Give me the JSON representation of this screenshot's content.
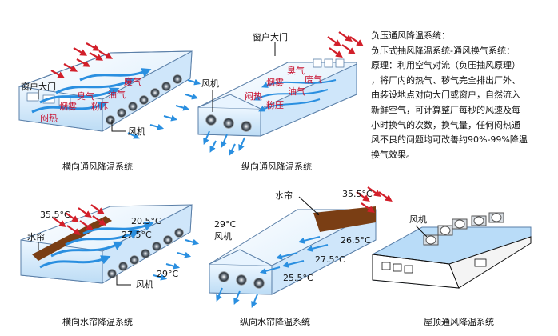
{
  "description": {
    "title": "负压通风降温系统：",
    "subtitle": "负压式抽风降温系统-通风换气系统：",
    "lines": [
      "原理：利用空气对流（负压抽风原理）",
      "，将厂内的热气、秽气完全排出厂外、",
      "由装设地点对向大门或窗户，自然流入",
      "新鲜空气，可计算整厂每秒的风速及每",
      "小时换气的次数，换气量，任何闷热通",
      "风不良的问题均可改善约90%-99%降温",
      "换气效果。"
    ]
  },
  "diagrams": {
    "d1": {
      "caption": "横向通风降温系统",
      "window_door": "窗户大门",
      "fan": "风机",
      "waste_gas": "废气",
      "oil_gas": "油气",
      "odor": "臭气",
      "smoke": "烟雾",
      "dust": "粉压",
      "heat": "闷热"
    },
    "d2": {
      "caption": "纵向通风降温系统",
      "window_door": "窗户大门",
      "fan": "风机",
      "odor": "臭气",
      "waste_gas": "废气",
      "smoke": "烟雾",
      "oil_gas": "油气",
      "heat": "闷热",
      "dust": "粉压"
    },
    "d3": {
      "caption": "横向水帘降温系统",
      "curtain": "水帘",
      "fan": "风机",
      "t1": "35.5°C",
      "t2": "20.5°C",
      "t3": "27.5°C",
      "t4": "29°C"
    },
    "d4": {
      "caption": "纵向水帘降温系统",
      "curtain": "水帘",
      "fan": "风机",
      "t_fan": "29°C",
      "t1": "35.5°C",
      "t2": "26.5°C",
      "t3": "27.5°C",
      "t4": "25.5°C"
    },
    "d5": {
      "caption": "屋顶通风降温系统",
      "fan": "风机"
    }
  },
  "colors": {
    "building_fill": "#dcefff",
    "building_edge": "#5a7fa8",
    "blue_arrow": "#2a8fe0",
    "red_arrow": "#d21f2a",
    "curtain": "#7a3e14"
  }
}
